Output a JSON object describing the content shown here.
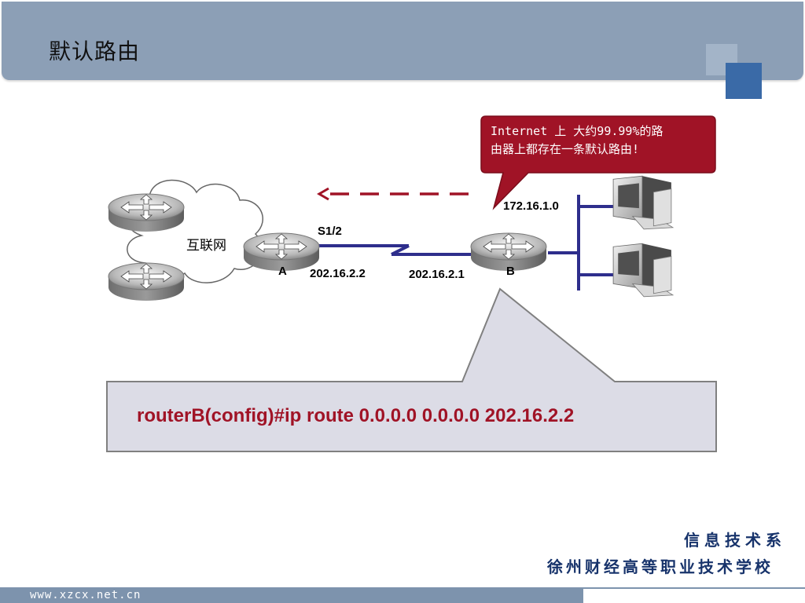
{
  "slide": {
    "title": "默认路由"
  },
  "diagram": {
    "cloud_label": "互联网",
    "router_a_label": "A",
    "router_b_label": "B",
    "interface_label": "S1/2",
    "ip_a": "202.16.2.2",
    "ip_b": "202.16.2.1",
    "lan_network": "172.16.1.0"
  },
  "callout": {
    "line1": "Internet 上 大约99.99%的路",
    "line2": "由器上都存在一条默认路由!"
  },
  "command": {
    "text": "routerB(config)#ip route 0.0.0.0 0.0.0.0 202.16.2.2"
  },
  "footer": {
    "department": "信息技术系",
    "school": "徐州财经高等职业技术学校",
    "url": "www.xzcx.net.cn"
  },
  "colors": {
    "header": "#8c9fb6",
    "accent_red": "#a01326",
    "link_blue": "#2e2e8c",
    "footer_text": "#17336b"
  }
}
